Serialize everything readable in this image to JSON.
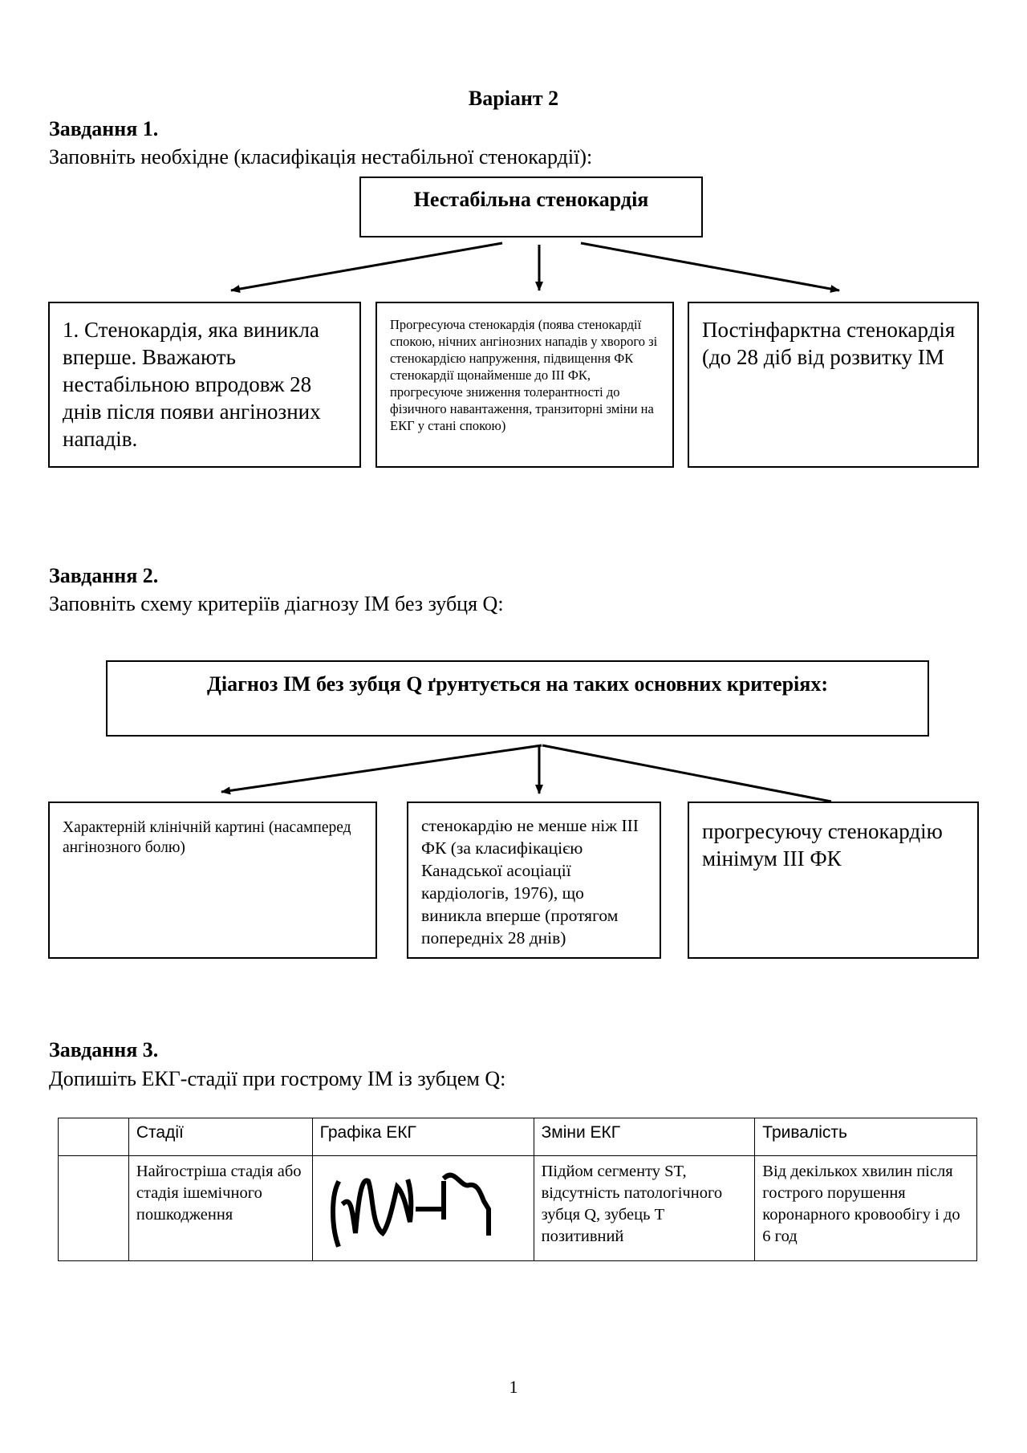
{
  "title": "Варіант 2",
  "task1": {
    "heading": "Завдання 1.",
    "instruction": "Заповніть необхідне (класифікація нестабільної стенокардії):",
    "root": "Нестабільна стенокардія",
    "left": "1. Стенокардія, яка виникла вперше. Вважають нестабільною впродовж 28 днів після появи ангінозних нападів.",
    "middle": "Прогресуюча стенокардія (поява стенокардії спокою, нічних ангінозних нападів у хворого зі стенокардією напруження, підвищення ФК стенокардії щонайменше до III ФК, прогресуюче зниження толерантності до фізичного навантаження, транзиторні зміни на ЕКГ у стані спокою)",
    "right": "Постінфарктна стенокардія (до 28 діб від розвитку ІМ"
  },
  "task2": {
    "heading": "Завдання 2.",
    "instruction": "Заповніть схему критеріїв діагнозу ІМ без зубця Q:",
    "root": "Діагноз  ІМ без зубця Q ґрунтується на таких основних критеріях:",
    "left": "Характерній клінічній картині (насамперед ангінозного болю)",
    "middle": "стенокардію не менше ніж III ФК (за класифікацією Канадської асоціації кардіологів, 1976), що виникла вперше (протягом попередніх 28 днів)",
    "right": "прогресуючу стенокардію мінімум III ФК"
  },
  "task3": {
    "heading": "Завдання 3.",
    "instruction": "Допишіть ЕКГ-стадії при гострому ІМ із зубцем Q:",
    "columns": [
      "",
      "Стадії",
      "Графіка ЕКГ",
      "Зміни ЕКГ",
      "Тривалість"
    ],
    "rows": [
      {
        "num": "",
        "stage": "Найгостріша стадія або стадія ішемічного пошкодження",
        "changes": "Підйом сегменту ST, відсутність патологічного зубця Q, зубець T позитивний",
        "duration": "Від декількох хвилин після гострого порушення коронарного кровообігу і до 6 год"
      }
    ]
  },
  "page_number": "1"
}
